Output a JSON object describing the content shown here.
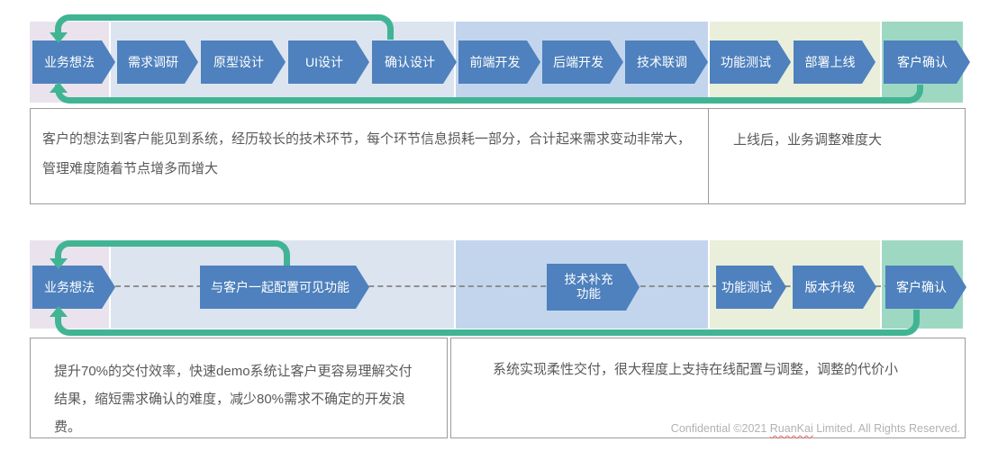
{
  "flow1": {
    "steps": [
      "业务想法",
      "需求调研",
      "原型设计",
      "UI设计",
      "确认设计",
      "前端开发",
      "后端开发",
      "技术联调",
      "功能测试",
      "部署上线",
      "客户确认"
    ],
    "note_left": "客户的想法到客户能见到系统，经历较长的技术环节，每个环节信息损耗一部分，合计起来需求变动非常大，管理难度随着节点增多而增大",
    "note_right": "上线后，业务调整难度大"
  },
  "flow2": {
    "steps": [
      "业务想法",
      "与客户一起配置可见功能",
      "技术补充\n功能",
      "功能测试",
      "版本升级",
      "客户确认"
    ],
    "note_left": "提升70%的交付效率，快速demo系统让客户更容易理解交付结果，缩短需求确认的难度，减少80%需求不确定的开发浪费。",
    "note_right": "系统实现柔性交付，很大程度上支持在线配置与调整，调整的代价小"
  },
  "footer": {
    "prefix": "Confidential ©2021 ",
    "brand": "RuanKai",
    "suffix": " Limited. All Rights Reserved."
  },
  "colors": {
    "step_arrow": "#4e81bd",
    "feedback_loop": "#41b494",
    "band_lavender": "#eae3ed",
    "band_light_blue": "#dce4f0",
    "band_medium_blue": "#c3d5ed",
    "band_yellow_green": "#e9efdb",
    "band_teal": "#9fd8c2"
  }
}
